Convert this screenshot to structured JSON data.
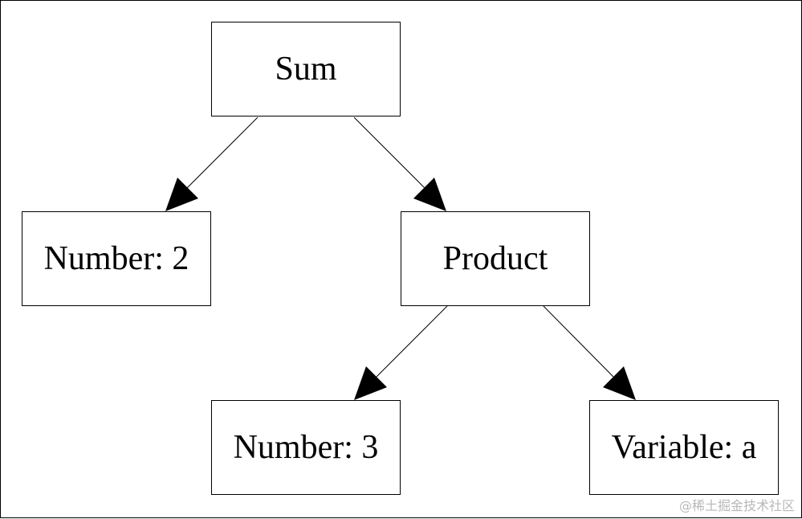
{
  "nodes": {
    "sum": "Sum",
    "number_2": "Number: 2",
    "product": "Product",
    "number_3": "Number: 3",
    "variable_a": "Variable: a"
  },
  "edges": [
    {
      "from": "sum",
      "to": "number_2"
    },
    {
      "from": "sum",
      "to": "product"
    },
    {
      "from": "product",
      "to": "number_3"
    },
    {
      "from": "product",
      "to": "variable_a"
    }
  ],
  "colors": {
    "line": "#000000",
    "background": "#ffffff",
    "watermark": "#b8b8b8"
  },
  "watermark": "@稀土掘金技术社区"
}
